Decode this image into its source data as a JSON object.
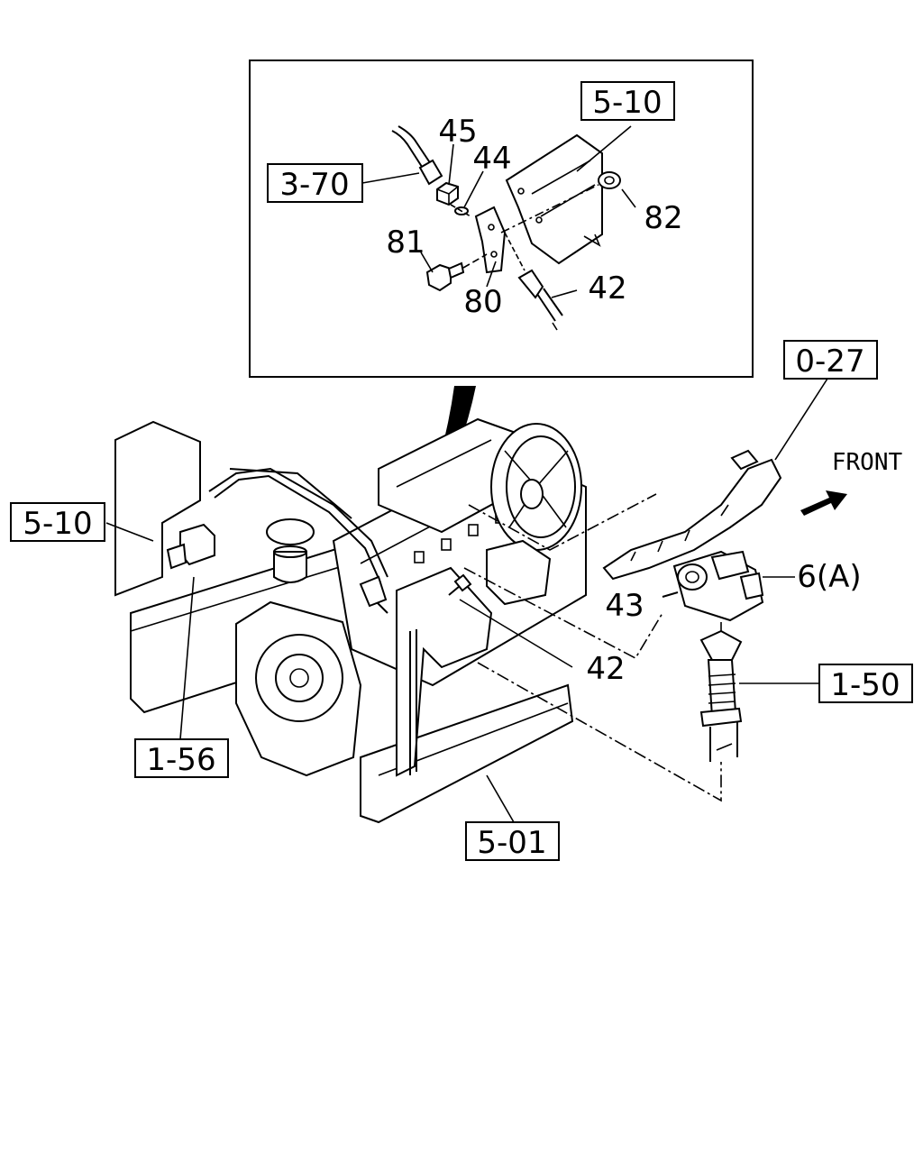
{
  "callouts": {
    "detail_5_10": "5-10",
    "detail_3_70": "3-70",
    "p45": "45",
    "p44": "44",
    "p82": "82",
    "p81": "81",
    "p80": "80",
    "p42_detail": "42",
    "ref_0_27": "0-27",
    "front": "FRONT",
    "p6a": "6(A)",
    "p43": "43",
    "p42_main": "42",
    "ref_1_50": "1-50",
    "ref_5_10": "5-10",
    "ref_1_56": "1-56",
    "ref_5_01": "5-01"
  }
}
